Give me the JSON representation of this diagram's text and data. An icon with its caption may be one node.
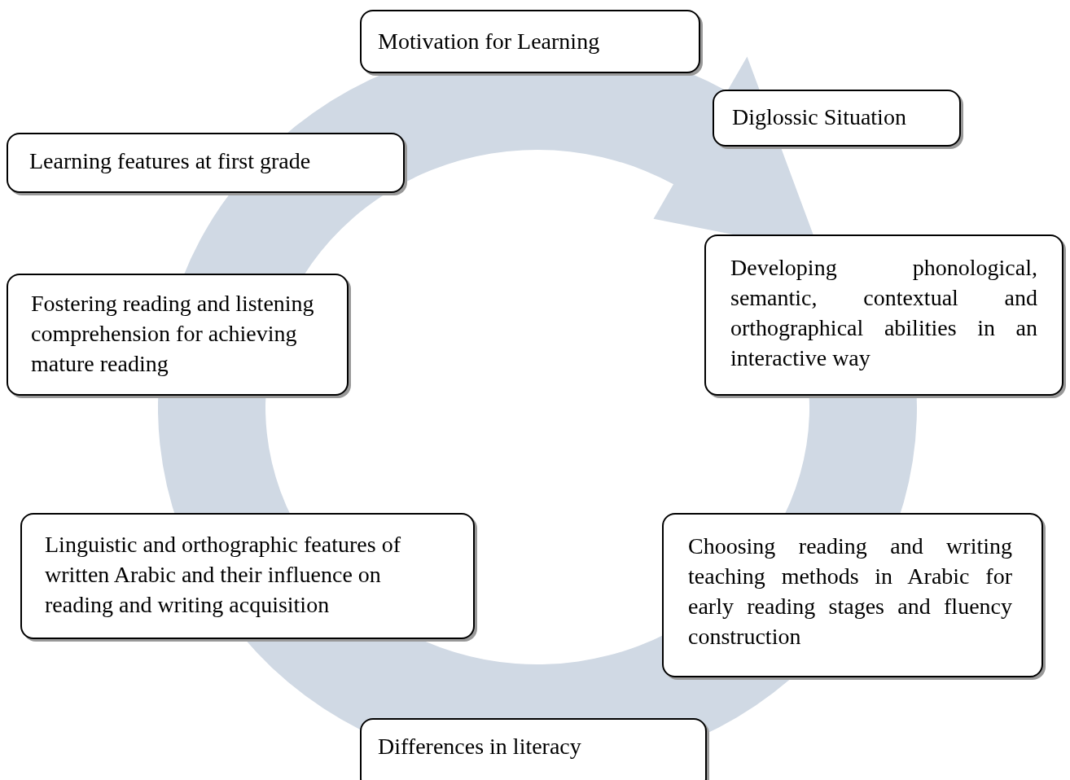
{
  "diagram": {
    "nodes": [
      {
        "text": [
          "Motivation for Learning"
        ]
      },
      {
        "text": [
          "Diglossic Situation"
        ]
      },
      {
        "text": [
          "Learning features at first grade"
        ]
      },
      {
        "text": [
          "Developing phonological, semantic, contextual and orthographical abilities in an interactive way"
        ]
      },
      {
        "text": [
          "Fostering reading and listening comprehension for achieving mature reading"
        ]
      },
      {
        "text": [
          "Linguistic and orthographic features of written Arabic and their influence on reading and writing acquisition"
        ]
      },
      {
        "text": [
          "Choosing reading and writing teaching methods in Arabic for early reading stages and fluency construction"
        ]
      },
      {
        "text": [
          "Differences in literacy"
        ]
      }
    ],
    "edges": []
  }
}
